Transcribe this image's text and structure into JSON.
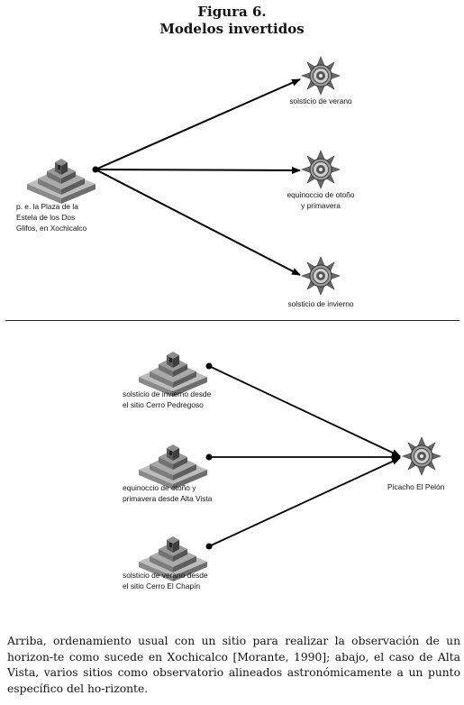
{
  "figure": {
    "number": "Figura 6.",
    "title": "Modelos invertidos"
  },
  "top_panel": {
    "origin_label": "p. e. la Plaza de la\nEstela de los Dos\nGlifos, en Xochicalco",
    "targets": [
      {
        "label": "solsticio de verano"
      },
      {
        "label": "equinoccio de otoño\ny primavera"
      },
      {
        "label": "solsticio de invierno"
      }
    ]
  },
  "bottom_panel": {
    "sites": [
      {
        "label": "solsticio de invierno desde\nel sitio Cerro Pedregoso"
      },
      {
        "label": "equinoccio de otoño y\nprimavera desde Alta Vista"
      },
      {
        "label": "solsticio de verano desde\nel sitio Cerro El Chapín"
      }
    ],
    "target_label": "Picacho El Pelón"
  },
  "caption": "Arriba, ordenamiento usual con un sitio para realizar la observación de un horizon-te como sucede en Xochicalco [Morante, 1990]; abajo, el caso de Alta Vista, varios sitios como observatorio alineados astronómicamente a un punto específico del ho-rizonte.",
  "colors": {
    "line": "#000000",
    "pyramid": "#7a7a7a",
    "sun": "#5a5a5a"
  },
  "icons": [
    "pyramid-icon",
    "sun-icon",
    "arrow-line"
  ]
}
